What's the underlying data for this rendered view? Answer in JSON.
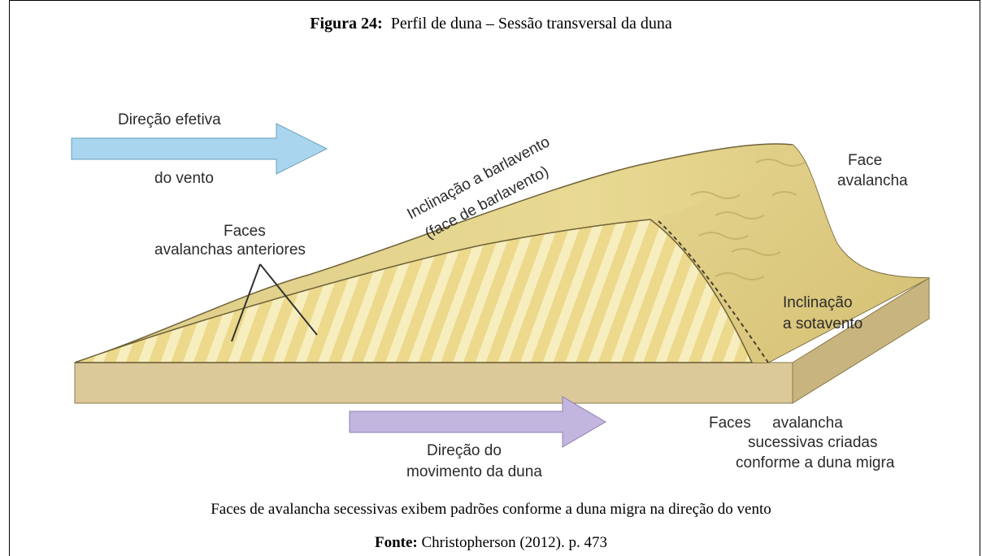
{
  "figure": {
    "title_label": "Figura 24:",
    "title_text": "Perfil de duna – Sessão transversal da duna",
    "caption": "Faces de avalancha secessivas exibem padrões conforme a duna migra na direção do vento",
    "source_label": "Fonte:",
    "source_text": "Christopherson (2012). p. 473"
  },
  "diagram": {
    "wind_direction": [
      "Direção efetiva",
      "do vento"
    ],
    "windward_slope": [
      "Inclinação a barlavento",
      "(face de barlavento)"
    ],
    "avalanche_face": [
      "Face",
      "avalancha"
    ],
    "previous_faces": [
      "Faces",
      "avalanchas anteriores"
    ],
    "leeward_slope": [
      "Inclinação",
      "a sotavento"
    ],
    "dune_movement": [
      "Direção do",
      "movimento da duna"
    ],
    "successive_faces": [
      "Faces     avalancha",
      "sucessivas criadas",
      "conforme a duna migra"
    ]
  },
  "colors": {
    "sand_light": "#f0e6a8",
    "sand_mid": "#e3d48a",
    "sand_dark": "#c9b36a",
    "slab_top": "#e9dcae",
    "slab_side": "#d8c48e",
    "wind_arrow": "#a9d6ee",
    "movement_arrow": "#c2b6de"
  }
}
